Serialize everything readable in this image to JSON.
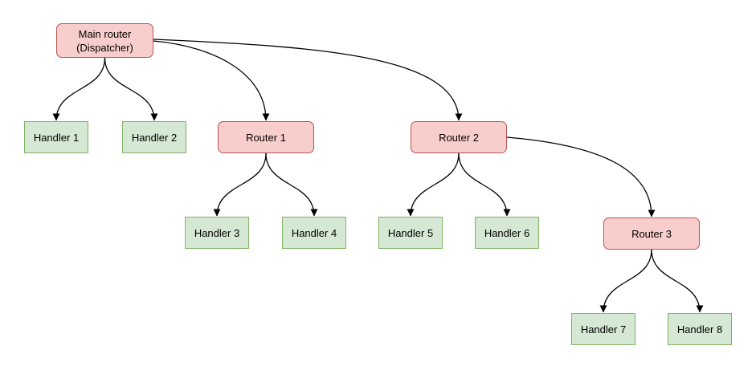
{
  "colors": {
    "router_fill": "#f8cecc",
    "router_border": "#b85450",
    "handler_fill": "#d5e8d4",
    "handler_border": "#82b366",
    "edge": "#000000",
    "background": "#ffffff"
  },
  "nodes": {
    "main_router": {
      "label": "Main router\n(Dispatcher)",
      "type": "router"
    },
    "router1": {
      "label": "Router 1",
      "type": "router"
    },
    "router2": {
      "label": "Router 2",
      "type": "router"
    },
    "router3": {
      "label": "Router 3",
      "type": "router"
    },
    "handler1": {
      "label": "Handler 1",
      "type": "handler"
    },
    "handler2": {
      "label": "Handler 2",
      "type": "handler"
    },
    "handler3": {
      "label": "Handler 3",
      "type": "handler"
    },
    "handler4": {
      "label": "Handler 4",
      "type": "handler"
    },
    "handler5": {
      "label": "Handler 5",
      "type": "handler"
    },
    "handler6": {
      "label": "Handler 6",
      "type": "handler"
    },
    "handler7": {
      "label": "Handler 7",
      "type": "handler"
    },
    "handler8": {
      "label": "Handler 8",
      "type": "handler"
    }
  },
  "edges": [
    {
      "from": "Main router (Dispatcher)",
      "to": "Handler 1"
    },
    {
      "from": "Main router (Dispatcher)",
      "to": "Handler 2"
    },
    {
      "from": "Main router (Dispatcher)",
      "to": "Router 1"
    },
    {
      "from": "Main router (Dispatcher)",
      "to": "Router 2"
    },
    {
      "from": "Router 1",
      "to": "Handler 3"
    },
    {
      "from": "Router 1",
      "to": "Handler 4"
    },
    {
      "from": "Router 2",
      "to": "Handler 5"
    },
    {
      "from": "Router 2",
      "to": "Handler 6"
    },
    {
      "from": "Router 2",
      "to": "Router 3"
    },
    {
      "from": "Router 3",
      "to": "Handler 7"
    },
    {
      "from": "Router 3",
      "to": "Handler 8"
    }
  ]
}
